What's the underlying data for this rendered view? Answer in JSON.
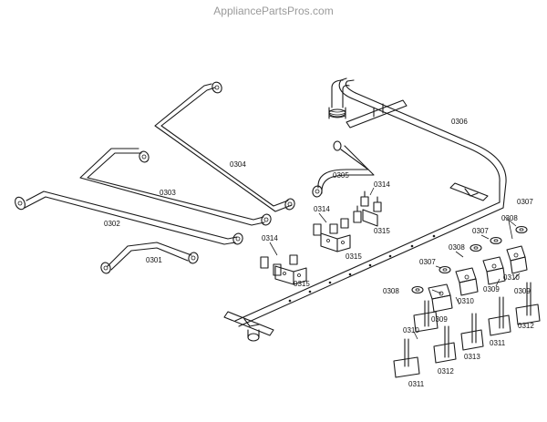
{
  "watermark": "AppliancePartsPros.com",
  "callouts": {
    "c0301": "0301",
    "c0302": "0302",
    "c0303": "0303",
    "c0304": "0304",
    "c0305": "0305",
    "c0306": "0306",
    "c0307a": "0307",
    "c0307b": "0307",
    "c0307c": "0307",
    "c0308a": "0308",
    "c0308b": "0308",
    "c0308c": "0308",
    "c0309a": "0309",
    "c0309b": "0309",
    "c0309c": "0309",
    "c0310a": "0310",
    "c0310b": "0310",
    "c0310c": "0310",
    "c0311a": "0311",
    "c0311b": "0311",
    "c0312a": "0312",
    "c0312b": "0312",
    "c0313": "0313",
    "c0314a": "0314",
    "c0314b": "0314",
    "c0314c": "0314",
    "c0315a": "0315",
    "c0315b": "0315",
    "c0315c": "0315"
  }
}
